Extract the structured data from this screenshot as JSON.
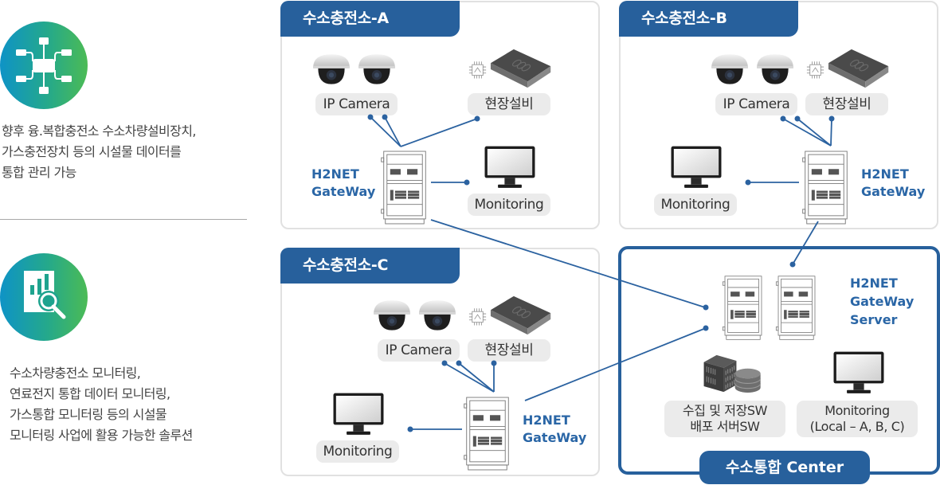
{
  "left": {
    "features": [
      {
        "icon": "network-hub-icon",
        "lines": [
          "향후 융.복합충전소 수소차량설비장치,",
          "가스충전장치 등의 시설물 데이터를",
          "통합 관리  가능"
        ]
      },
      {
        "icon": "report-search-icon",
        "lines": [
          "수소차량충전소 모니터링,",
          "연료전지 통합 데이터 모니터링,",
          "가스통합 모니터링 등의 시설물",
          "모니터링 사업에 활용 가능한 솔루션"
        ]
      }
    ]
  },
  "stations": {
    "a": {
      "title": "수소충전소-A",
      "camera_label": "IP Camera",
      "equipment_label": "현장설비",
      "monitor_label": "Monitoring",
      "gateway_line1": "H2NET",
      "gateway_line2": "GateWay"
    },
    "b": {
      "title": "수소충전소-B",
      "camera_label": "IP Camera",
      "equipment_label": "현장설비",
      "monitor_label": "Monitoring",
      "gateway_line1": "H2NET",
      "gateway_line2": "GateWay"
    },
    "c": {
      "title": "수소충전소-C",
      "camera_label": "IP Camera",
      "equipment_label": "현장설비",
      "monitor_label": "Monitoring",
      "gateway_line1": "H2NET",
      "gateway_line2": "GateWay"
    }
  },
  "center": {
    "title": "수소통합 Center",
    "server_line1": "H2NET",
    "server_line2": "GateWay",
    "server_line3": "Server",
    "sw_line1": "수집 및 저장SW",
    "sw_line2": "배포 서버SW",
    "monitor_line1": "Monitoring",
    "monitor_line2": "(Local  –  A, B, C)"
  },
  "colors": {
    "brand_blue": "#27609c",
    "label_blue": "#2a66a6",
    "connector": "#2b62a0",
    "gradient_start": "#0e93c6",
    "gradient_end": "#4cbb55"
  }
}
